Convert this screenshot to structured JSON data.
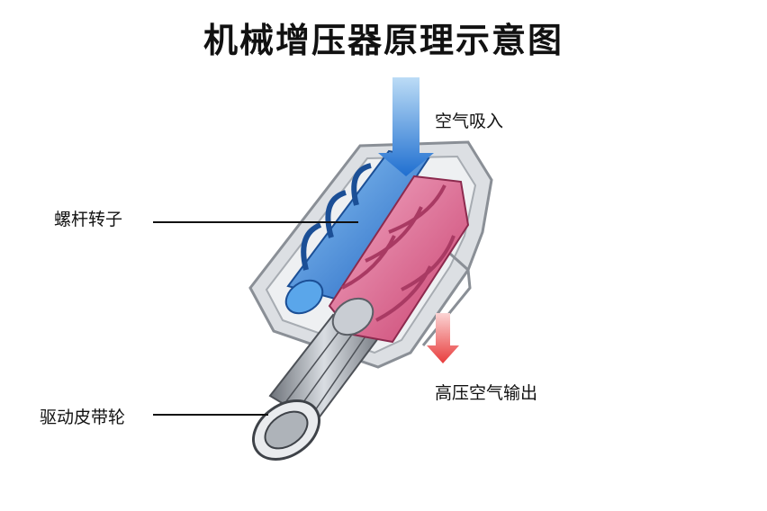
{
  "title": "机械增压器原理示意图",
  "labels": {
    "air_in": "空气吸入",
    "screw_rotor": "螺杆转子",
    "high_pressure_out": "高压空气输出",
    "drive_pulley": "驱动皮带轮"
  },
  "colors": {
    "inlet_arrow": "#2f7fd6",
    "outlet_arrow": "#ee4a4a",
    "blue_rotor": "#3a8fe0",
    "pink_rotor": "#e0709a",
    "housing": "#c9cdd3",
    "leader_line": "#111111"
  }
}
